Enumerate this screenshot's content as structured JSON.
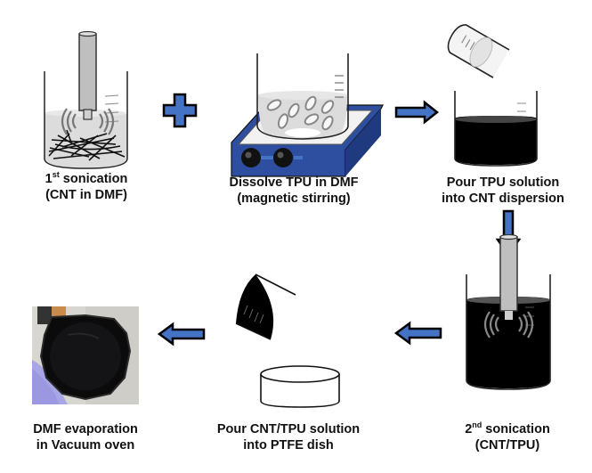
{
  "colors": {
    "arrow_fill": "#4472c4",
    "arrow_outline": "#000000",
    "beaker_liquid_clear": "#d9d9d9",
    "liquid_dark": "#000000",
    "stirrer_body": "#2f4f9f",
    "stirrer_plate": "#eeeeee",
    "probe": "#bfbfbf"
  },
  "steps": [
    {
      "id": "step1",
      "line1_num": "1",
      "line1_sup": "st",
      "line1_rest": " sonication",
      "line2": "(CNT in DMF)"
    },
    {
      "id": "step2",
      "line1": "Dissolve TPU in DMF",
      "line2": "(magnetic stirring)"
    },
    {
      "id": "step3",
      "line1": "Pour TPU solution",
      "line2": "into CNT dispersion"
    },
    {
      "id": "step4",
      "line1_num": "2",
      "line1_sup": "nd",
      "line1_rest": " sonication",
      "line2": "(CNT/TPU)"
    },
    {
      "id": "step5",
      "line1": "Pour CNT/TPU solution",
      "line2": "into PTFE dish"
    },
    {
      "id": "step6",
      "line1": "DMF evaporation",
      "line2": "in Vacuum oven"
    }
  ],
  "connectors": [
    {
      "type": "plus-icon",
      "between": [
        "step1",
        "step2"
      ]
    },
    {
      "type": "arrow-right-icon",
      "between": [
        "step2",
        "step3"
      ]
    },
    {
      "type": "arrow-down-icon",
      "between": [
        "step3",
        "step4"
      ]
    },
    {
      "type": "arrow-left-icon",
      "between": [
        "step4",
        "step5"
      ]
    },
    {
      "type": "arrow-left-icon",
      "between": [
        "step5",
        "step6"
      ]
    }
  ]
}
